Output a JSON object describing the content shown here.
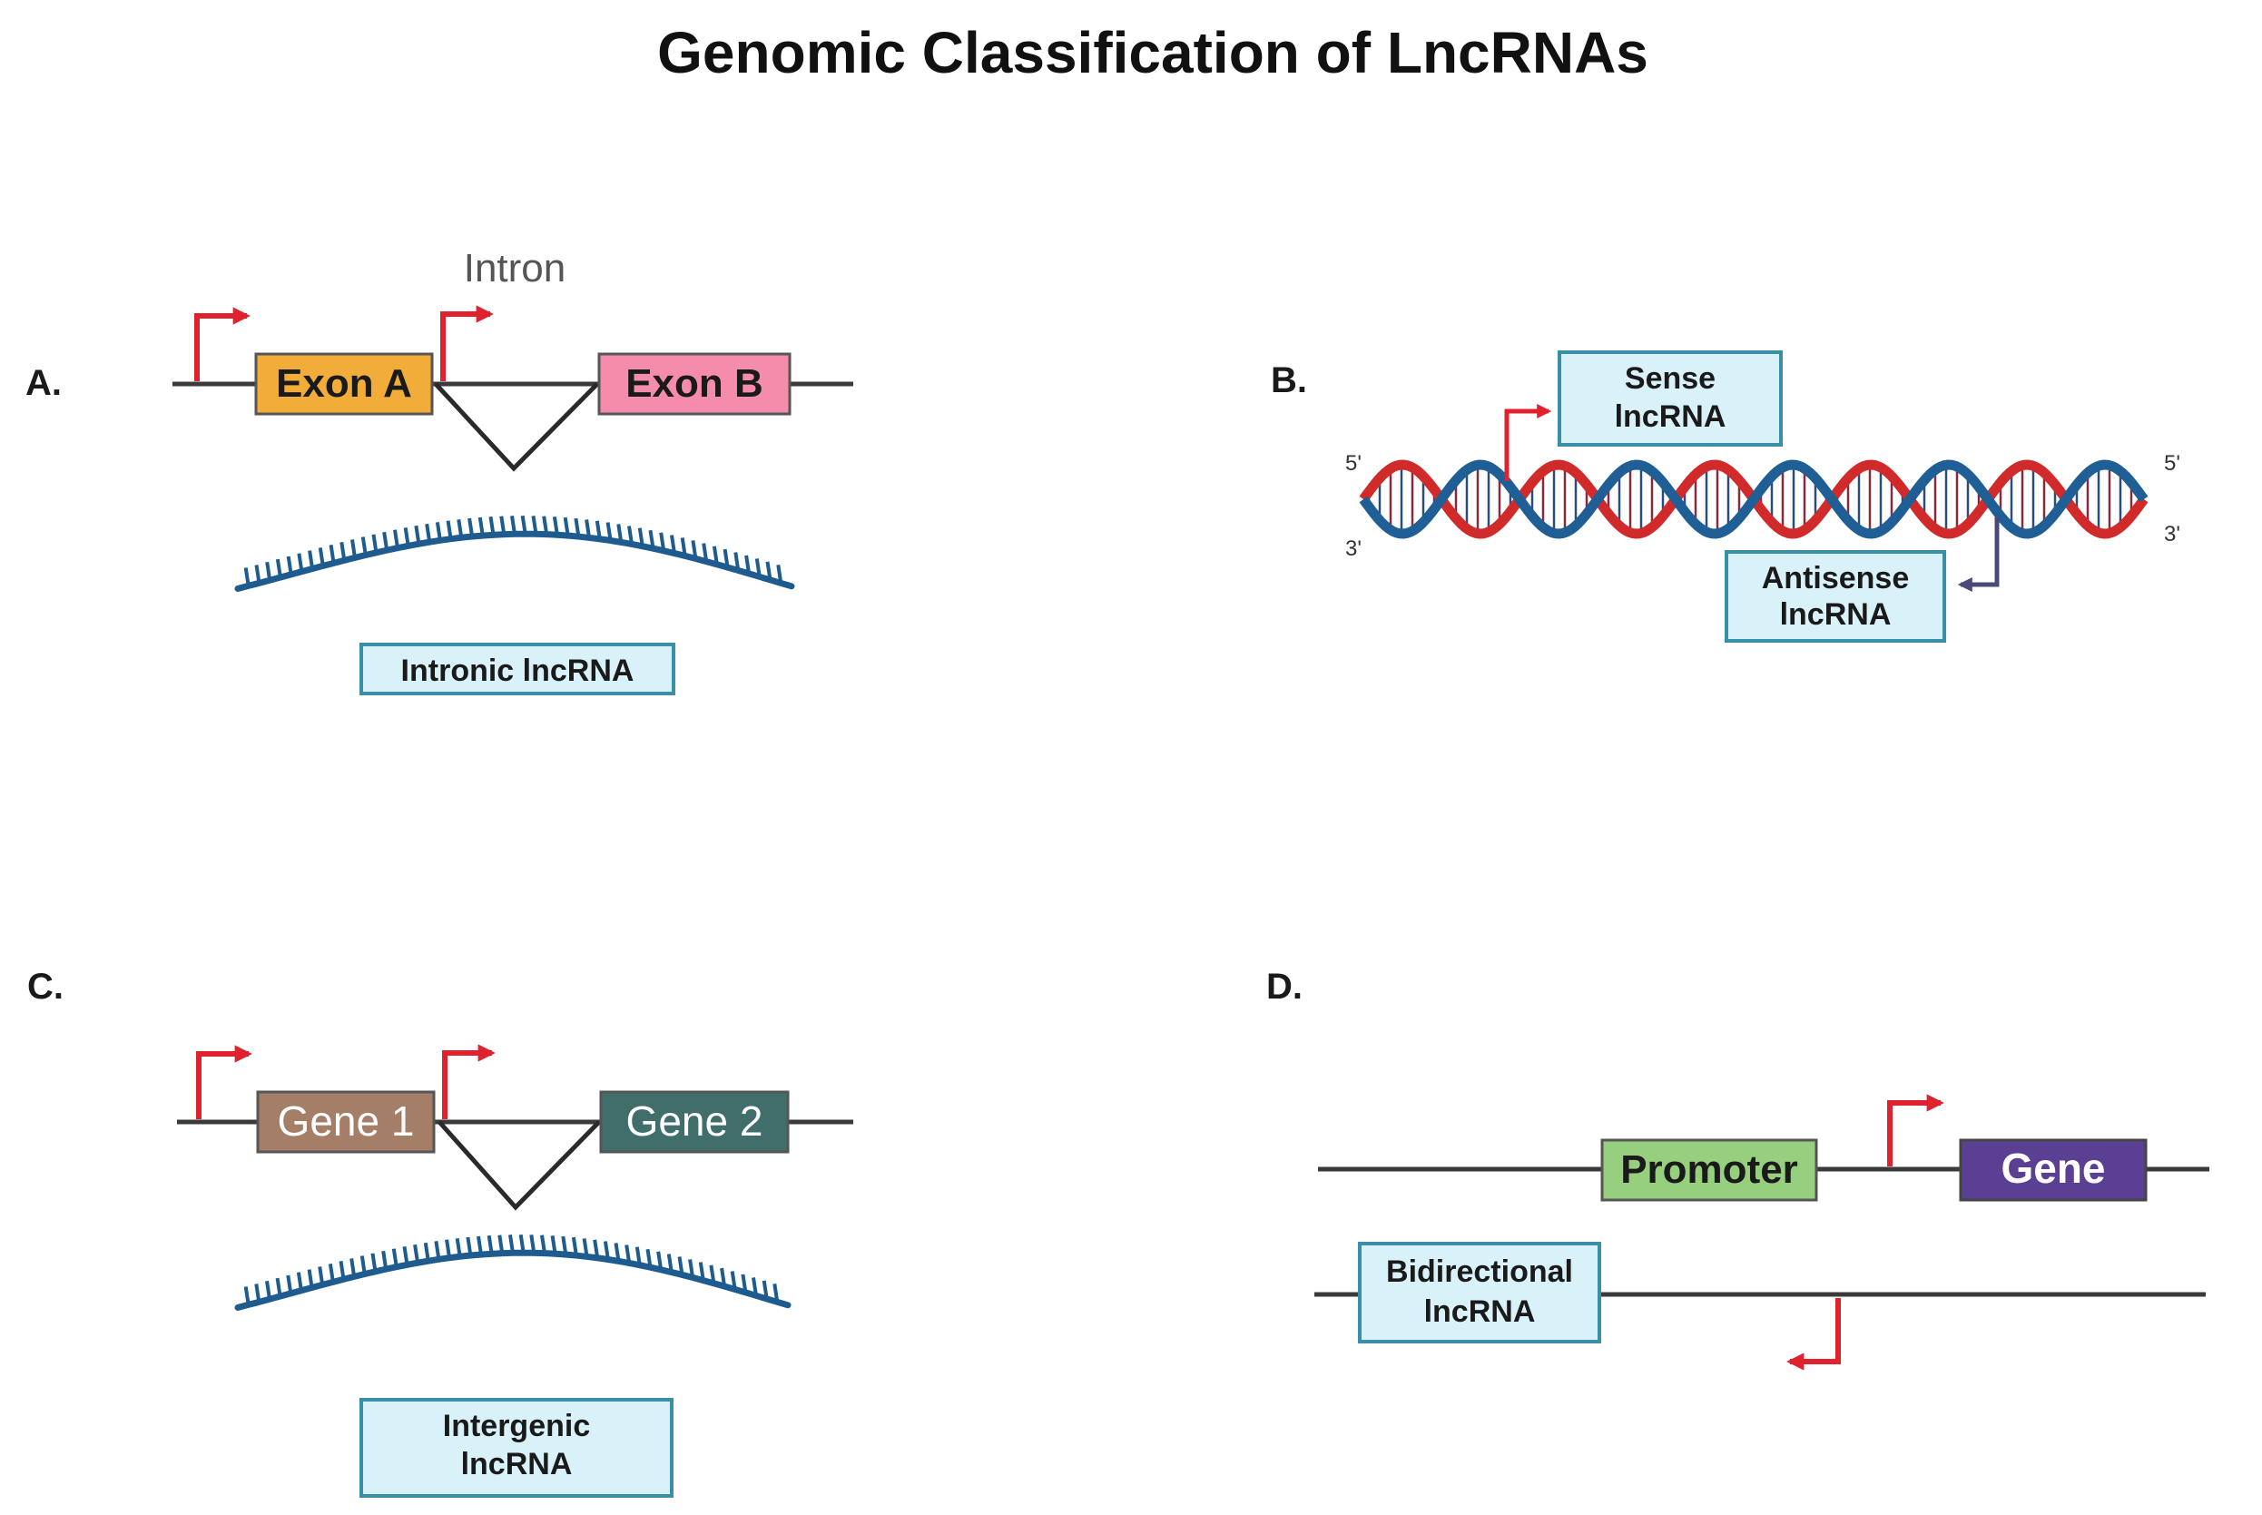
{
  "title": "Genomic Classification of LncRNAs",
  "panels": {
    "a": {
      "letter": "A.",
      "intron_label": "Intron",
      "exon_a": "Exon A",
      "exon_b": "Exon B",
      "lncrna_label": "Intronic lncRNA"
    },
    "b": {
      "letter": "B.",
      "sense_line1": "Sense",
      "sense_line2": "lncRNA",
      "antisense_line1": "Antisense",
      "antisense_line2": "lncRNA",
      "left_top": "5'",
      "left_bottom": "3'",
      "right_top": "5'",
      "right_bottom": "3'"
    },
    "c": {
      "letter": "C.",
      "gene1": "Gene 1",
      "gene2": "Gene 2",
      "lncrna_line1": "Intergenic",
      "lncrna_line2": "lncRNA"
    },
    "d": {
      "letter": "D.",
      "promoter": "Promoter",
      "gene": "Gene",
      "lncrna_line1": "Bidirectional",
      "lncrna_line2": "lncRNA"
    }
  },
  "colors": {
    "exon_a": "#f2ac3a",
    "exon_b": "#f58cab",
    "gene1": "#a57e68",
    "gene2": "#3f6e6b",
    "promoter": "#96cf7d",
    "gene": "#5b3f93",
    "label_box_fill": "#d9f1f8",
    "label_box_stroke": "#3a8fa6",
    "tss_arrow": "#e0212e",
    "antisense_arrow": "#4a4a7a",
    "rna_strand": "#1e5b8f",
    "dna_blue": "#1f5f96",
    "dna_red": "#d12a2a"
  }
}
